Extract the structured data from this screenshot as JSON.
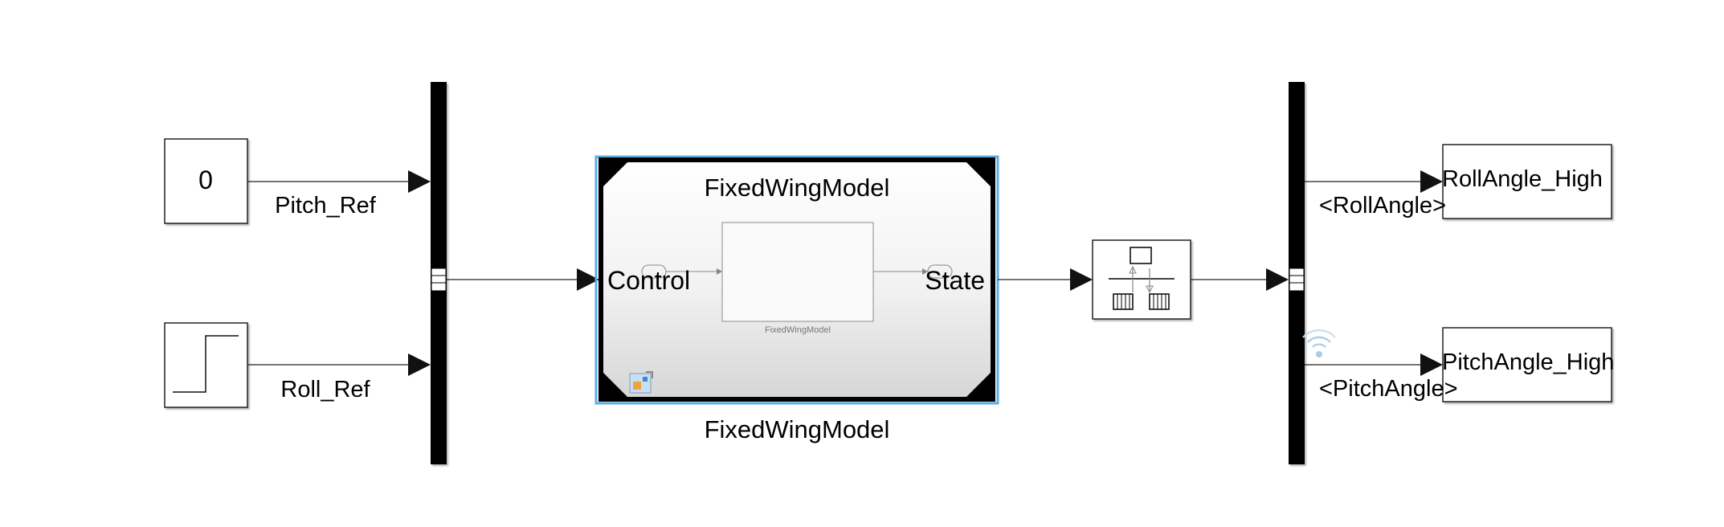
{
  "constant_block": {
    "value": "0"
  },
  "step_block": {
    "icon": "step-function-icon"
  },
  "signals": {
    "pitch_ref": "Pitch_Ref",
    "roll_ref": "Roll_Ref",
    "roll_angle": "<RollAngle>",
    "pitch_angle": "<PitchAngle>"
  },
  "model_ref": {
    "title": "FixedWingModel",
    "inner_caption": "FixedWingModel",
    "input_port": "Control",
    "output_port": "State",
    "name_label": "FixedWingModel",
    "icon": "model-reference-icon",
    "highlight_color": "#5aaee0"
  },
  "rate_transition": {
    "icon": "rate-transition-icon"
  },
  "outputs": {
    "roll_out": "RollAngle_High",
    "pitch_out": "PitchAngle_High"
  },
  "wireless_icon": {
    "icon": "wireless-signal-icon",
    "color": "#a9cbe6"
  }
}
